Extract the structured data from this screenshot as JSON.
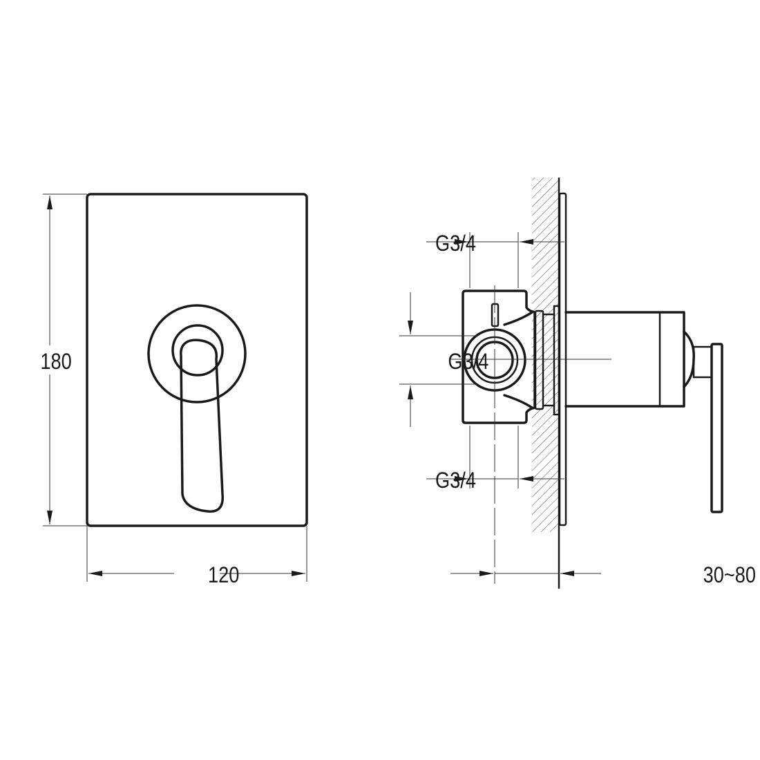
{
  "drawing": {
    "front_view": {
      "height_label": "180",
      "width_label": "120"
    },
    "side_view": {
      "top_connection_label": "G3/4",
      "center_connection_label": "G3/4",
      "bottom_connection_label": "G3/4",
      "depth_label": "30~80"
    }
  },
  "colors": {
    "line": "#1a1a1a",
    "background": "#ffffff"
  }
}
